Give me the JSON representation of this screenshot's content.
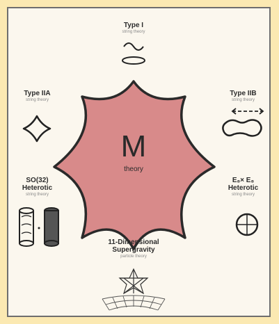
{
  "center": {
    "letter": "M",
    "subtitle": "theory"
  },
  "nodes": {
    "type_i": {
      "name": "Type I",
      "sub": "string theory"
    },
    "type_iia": {
      "name": "Type IIA",
      "sub": "string theory"
    },
    "type_iib": {
      "name": "Type IIB",
      "sub": "string theory"
    },
    "so32": {
      "name_line1": "SO(32)",
      "name_line2": "Heterotic",
      "sub": "string theory"
    },
    "e8e8": {
      "name_line1": "E₈× E₈",
      "name_line2": "Heterotic",
      "sub": "string theory"
    },
    "sugra": {
      "name_line1": "11-Dimensional",
      "name_line2": "Supergravity",
      "sub": "particle theory"
    }
  },
  "colors": {
    "star_fill": "#d88a8a",
    "star_stroke": "#2a2a2a",
    "background": "#fbf7ee",
    "outer": "#fbe9b2"
  }
}
